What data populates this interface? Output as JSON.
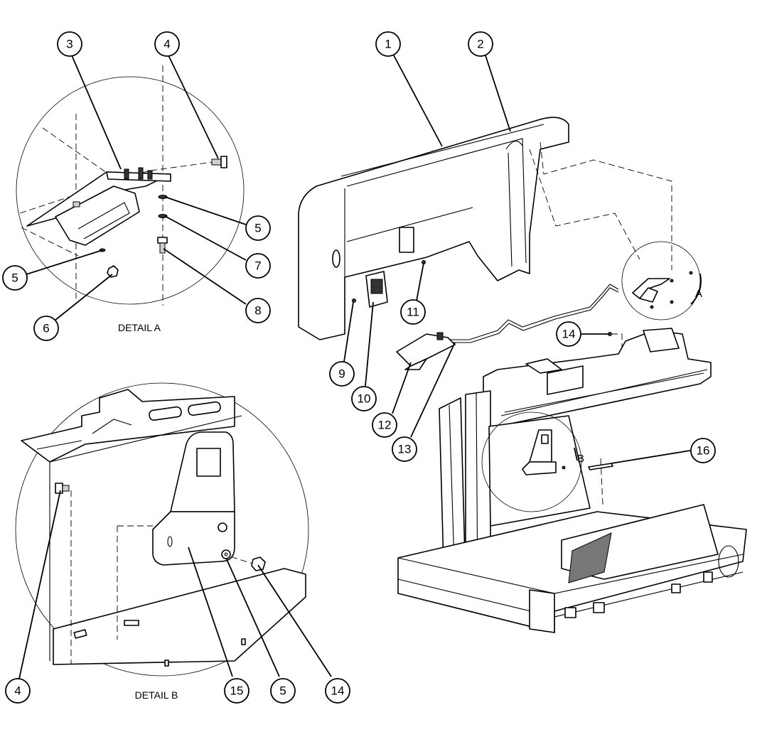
{
  "captions": {
    "detail_a": "DETAIL A",
    "detail_b": "DETAIL B"
  },
  "view_markers": {
    "a": "A",
    "b": "B"
  },
  "callouts": [
    {
      "id": "c1",
      "label": "1"
    },
    {
      "id": "c2",
      "label": "2"
    },
    {
      "id": "c3",
      "label": "3"
    },
    {
      "id": "c4a",
      "label": "4"
    },
    {
      "id": "c5a",
      "label": "5"
    },
    {
      "id": "c5b",
      "label": "5"
    },
    {
      "id": "c6",
      "label": "6"
    },
    {
      "id": "c7",
      "label": "7"
    },
    {
      "id": "c8",
      "label": "8"
    },
    {
      "id": "c9",
      "label": "9"
    },
    {
      "id": "c10",
      "label": "10"
    },
    {
      "id": "c11",
      "label": "11"
    },
    {
      "id": "c12",
      "label": "12"
    },
    {
      "id": "c13",
      "label": "13"
    },
    {
      "id": "c14a",
      "label": "14"
    },
    {
      "id": "c16",
      "label": "16"
    },
    {
      "id": "c4b",
      "label": "4"
    },
    {
      "id": "c15",
      "label": "15"
    },
    {
      "id": "c5c",
      "label": "5"
    },
    {
      "id": "c14b",
      "label": "14"
    }
  ]
}
